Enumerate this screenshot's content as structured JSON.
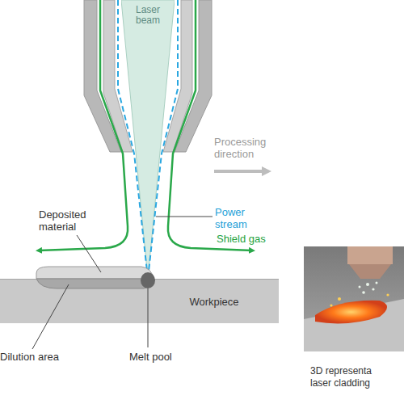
{
  "diagram": {
    "nodes": [
      {
        "text": [
          "Laser beam"
        ]
      },
      {
        "text": [
          "Workpiece"
        ]
      }
    ],
    "labels": [
      "Processing direction",
      "Power stream",
      "Shield gas",
      "Deposited material",
      "Dilution area",
      "Melt pool",
      "3D representa laser cladding"
    ]
  }
}
